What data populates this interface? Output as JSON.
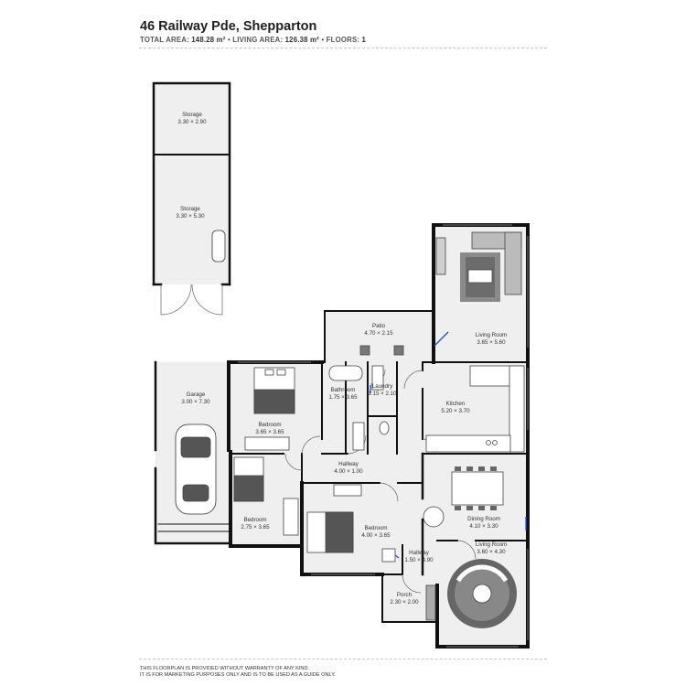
{
  "header": {
    "address": "46 Railway Pde, Shepparton",
    "total_label": "TOTAL AREA:",
    "total_value": "148.28 m²",
    "living_label": "LIVING AREA:",
    "living_value": "126.38 m²",
    "floors_label": "FLOORS:",
    "floors_value": "1",
    "sep": "•"
  },
  "rooms": {
    "storage_top": {
      "name": "Storage",
      "size": "3.30 × 2.90"
    },
    "storage_bottom": {
      "name": "Storage",
      "size": "3.30 × 5.30"
    },
    "patio": {
      "name": "Patio",
      "size": "4.70 × 2.15"
    },
    "living_top": {
      "name": "Living Room",
      "size": "3.65 × 5.60"
    },
    "garage": {
      "name": "Garage",
      "size": "3.00 × 7.30"
    },
    "bedroom_1": {
      "name": "Bedroom",
      "size": "3.65 × 3.65"
    },
    "bathroom": {
      "name": "Bathroom",
      "size": "1.75 × 3.65"
    },
    "laundry": {
      "name": "Laundry",
      "size": "1.15 × 2.10"
    },
    "kitchen": {
      "name": "Kitchen",
      "size": "5.20 × 3.70"
    },
    "hallway_main": {
      "name": "Hallway",
      "size": "4.00 × 1.00"
    },
    "bedroom_2": {
      "name": "Bedroom",
      "size": "2.75 × 3.65"
    },
    "bedroom_3": {
      "name": "Bedroom",
      "size": "4.00 × 3.65"
    },
    "dining": {
      "name": "Dining Room",
      "size": "4.10 × 3.30"
    },
    "hallway_small": {
      "name": "Hallway",
      "size": "1.50 × 4.90"
    },
    "living_bottom": {
      "name": "Living Room",
      "size": "3.60 × 4.30"
    },
    "porch": {
      "name": "Porch",
      "size": "2.30 × 2.00"
    }
  },
  "footer": {
    "line1": "THIS FLOORPLAN IS PROVIDED WITHOUT WARRANTY OF ANY KIND.",
    "line2": "IT IS FOR MARKETING PURPOSES ONLY AND IS TO BE USED AS A GUIDE ONLY."
  },
  "colors": {
    "wall": "#111111",
    "floor": "#efefef",
    "door_accent": "#1f4fd6"
  }
}
